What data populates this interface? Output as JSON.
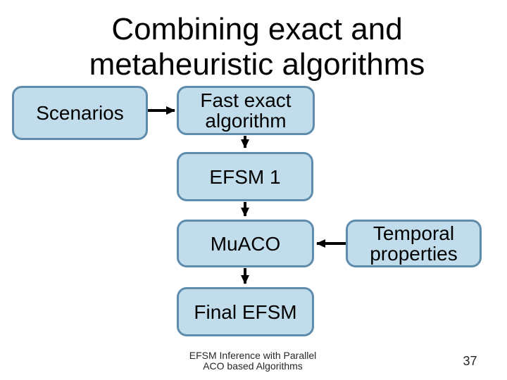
{
  "slide": {
    "title": {
      "line1": "Combining exact and",
      "line2": "metaheuristic algorithms"
    },
    "diagram": {
      "nodes": [
        {
          "id": "scenarios",
          "label": "Scenarios"
        },
        {
          "id": "fast-exact-algorithm",
          "label": "Fast exact algorithm"
        },
        {
          "id": "efsm-1",
          "label": "EFSM 1"
        },
        {
          "id": "muaco",
          "label": "MuACO"
        },
        {
          "id": "temporal-properties",
          "label": "Temporal properties"
        },
        {
          "id": "final-efsm",
          "label": "Final EFSM"
        }
      ],
      "arrows": [
        {
          "from": "scenarios",
          "to": "fast-exact-algorithm"
        },
        {
          "from": "fast-exact-algorithm",
          "to": "efsm-1"
        },
        {
          "from": "efsm-1",
          "to": "muaco"
        },
        {
          "from": "temporal-properties",
          "to": "muaco"
        },
        {
          "from": "muaco",
          "to": "final-efsm"
        }
      ]
    },
    "footer": {
      "line1": "EFSM Inference with Parallel",
      "line2": "ACO based Algorithms"
    },
    "page_number": "37"
  },
  "colors": {
    "background": "#ffffff",
    "node-fill": "#c1dcea",
    "node-border": "#5f8cac",
    "arrow": "#000000",
    "title-text": "#000000",
    "body-text": "#000000",
    "footer-text": "#262626"
  }
}
